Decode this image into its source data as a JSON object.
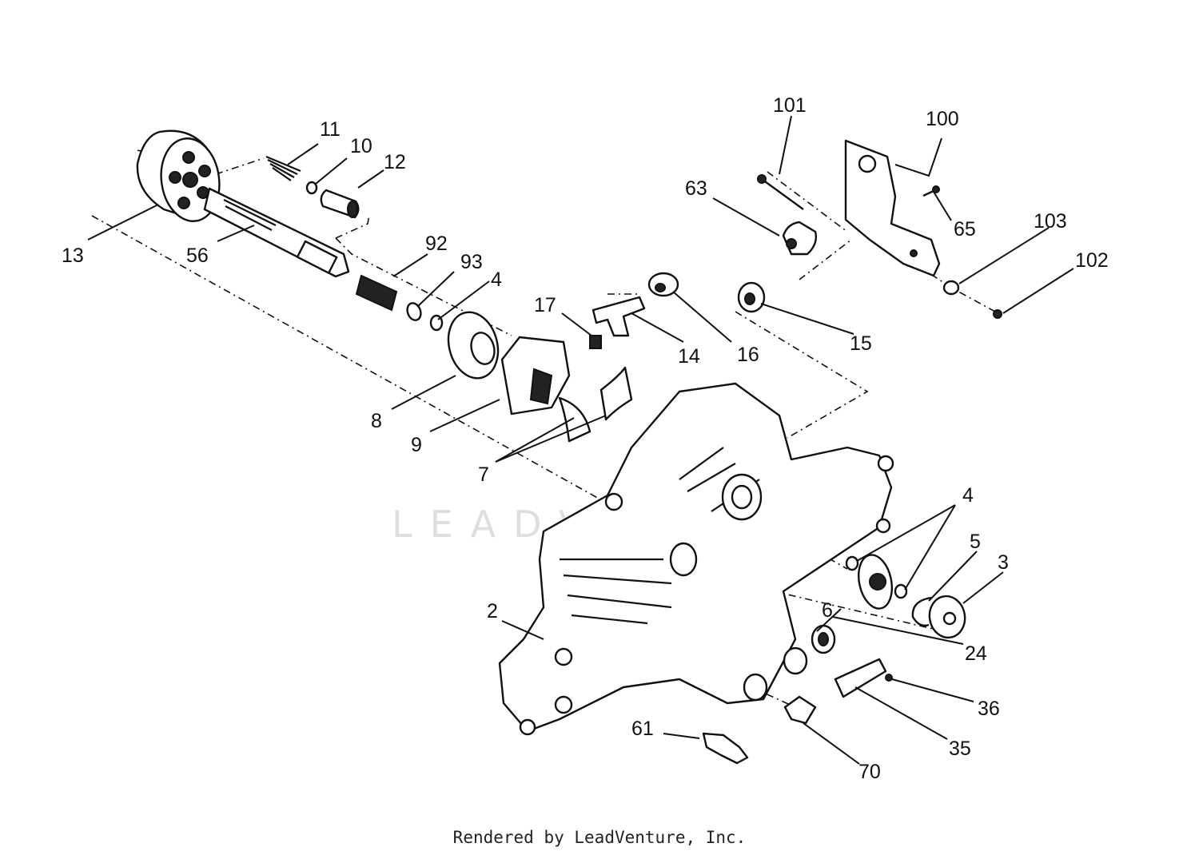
{
  "footer": "Rendered by LeadVenture, Inc.",
  "watermark": "LEADVENTURE",
  "callouts": [
    {
      "id": "c-101",
      "label": "101"
    },
    {
      "id": "c-100",
      "label": "100"
    },
    {
      "id": "c-11",
      "label": "11"
    },
    {
      "id": "c-10",
      "label": "10"
    },
    {
      "id": "c-12",
      "label": "12"
    },
    {
      "id": "c-63",
      "label": "63"
    },
    {
      "id": "c-65",
      "label": "65"
    },
    {
      "id": "c-103",
      "label": "103"
    },
    {
      "id": "c-102",
      "label": "102"
    },
    {
      "id": "c-13",
      "label": "13"
    },
    {
      "id": "c-56",
      "label": "56"
    },
    {
      "id": "c-92",
      "label": "92"
    },
    {
      "id": "c-93",
      "label": "93"
    },
    {
      "id": "c-4a",
      "label": "4"
    },
    {
      "id": "c-17",
      "label": "17"
    },
    {
      "id": "c-14",
      "label": "14"
    },
    {
      "id": "c-16",
      "label": "16"
    },
    {
      "id": "c-15",
      "label": "15"
    },
    {
      "id": "c-8",
      "label": "8"
    },
    {
      "id": "c-9",
      "label": "9"
    },
    {
      "id": "c-7",
      "label": "7"
    },
    {
      "id": "c-4b",
      "label": "4"
    },
    {
      "id": "c-5",
      "label": "5"
    },
    {
      "id": "c-3",
      "label": "3"
    },
    {
      "id": "c-2",
      "label": "2"
    },
    {
      "id": "c-6",
      "label": "6"
    },
    {
      "id": "c-24",
      "label": "24"
    },
    {
      "id": "c-36",
      "label": "36"
    },
    {
      "id": "c-35",
      "label": "35"
    },
    {
      "id": "c-61",
      "label": "61"
    },
    {
      "id": "c-70",
      "label": "70"
    }
  ]
}
